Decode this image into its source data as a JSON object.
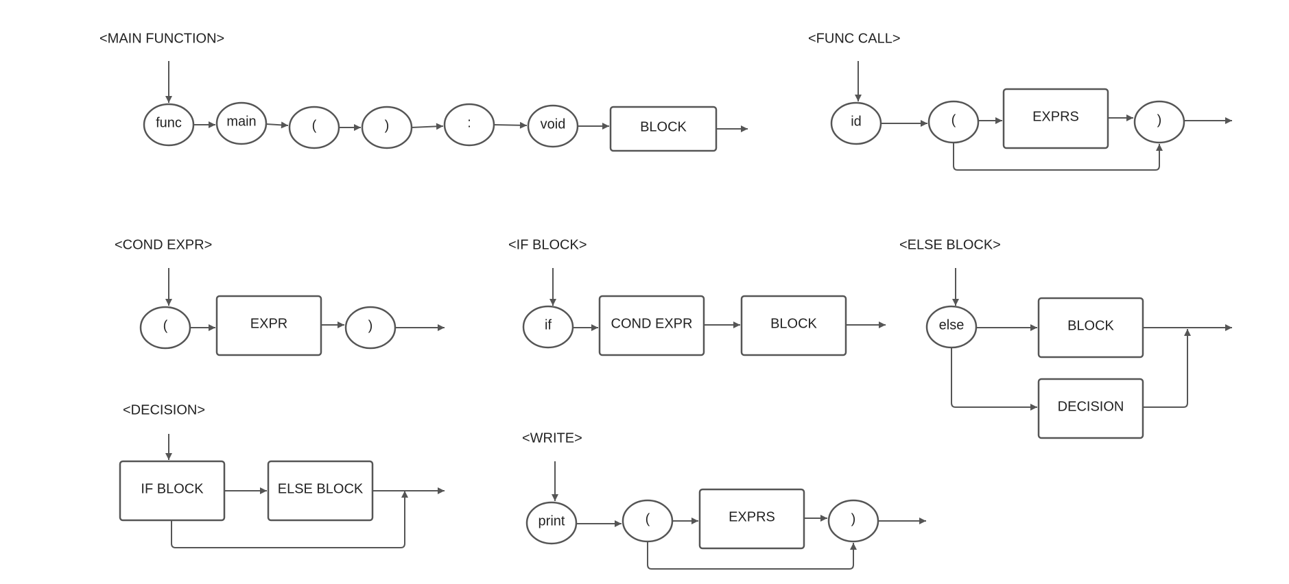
{
  "colors": {
    "stroke": "#555555",
    "text": "#222222",
    "background": "#ffffff"
  },
  "diagrams": [
    {
      "id": "main_function",
      "title": "<MAIN FUNCTION>",
      "nodes": [
        {
          "id": "func",
          "label": "func",
          "shape": "terminal"
        },
        {
          "id": "main",
          "label": "main",
          "shape": "terminal"
        },
        {
          "id": "lp",
          "label": "(",
          "shape": "terminal"
        },
        {
          "id": "rp",
          "label": ")",
          "shape": "terminal"
        },
        {
          "id": "colon",
          "label": ":",
          "shape": "terminal"
        },
        {
          "id": "void",
          "label": "void",
          "shape": "terminal"
        },
        {
          "id": "block",
          "label": "BLOCK",
          "shape": "nonterminal"
        }
      ]
    },
    {
      "id": "func_call",
      "title": "<FUNC CALL>",
      "nodes": [
        {
          "id": "id",
          "label": "id",
          "shape": "terminal"
        },
        {
          "id": "lp",
          "label": "(",
          "shape": "terminal"
        },
        {
          "id": "exprs",
          "label": "EXPRS",
          "shape": "nonterminal"
        },
        {
          "id": "rp",
          "label": ")",
          "shape": "terminal"
        }
      ]
    },
    {
      "id": "cond_expr",
      "title": "<COND EXPR>",
      "nodes": [
        {
          "id": "lp",
          "label": "(",
          "shape": "terminal"
        },
        {
          "id": "expr",
          "label": "EXPR",
          "shape": "nonterminal"
        },
        {
          "id": "rp",
          "label": ")",
          "shape": "terminal"
        }
      ]
    },
    {
      "id": "if_block",
      "title": "<IF BLOCK>",
      "nodes": [
        {
          "id": "if",
          "label": "if",
          "shape": "terminal"
        },
        {
          "id": "cond",
          "label": "COND EXPR",
          "shape": "nonterminal"
        },
        {
          "id": "block",
          "label": "BLOCK",
          "shape": "nonterminal"
        }
      ]
    },
    {
      "id": "else_block",
      "title": "<ELSE BLOCK>",
      "nodes": [
        {
          "id": "else",
          "label": "else",
          "shape": "terminal"
        },
        {
          "id": "block",
          "label": "BLOCK",
          "shape": "nonterminal"
        },
        {
          "id": "decision",
          "label": "DECISION",
          "shape": "nonterminal"
        }
      ]
    },
    {
      "id": "decision",
      "title": "<DECISION>",
      "nodes": [
        {
          "id": "ifblock",
          "label": "IF BLOCK",
          "shape": "nonterminal"
        },
        {
          "id": "elseblock",
          "label": "ELSE BLOCK",
          "shape": "nonterminal"
        }
      ]
    },
    {
      "id": "write",
      "title": "<WRITE>",
      "nodes": [
        {
          "id": "print",
          "label": "print",
          "shape": "terminal"
        },
        {
          "id": "lp",
          "label": "(",
          "shape": "terminal"
        },
        {
          "id": "exprs",
          "label": "EXPRS",
          "shape": "nonterminal"
        },
        {
          "id": "rp",
          "label": ")",
          "shape": "terminal"
        }
      ]
    }
  ]
}
